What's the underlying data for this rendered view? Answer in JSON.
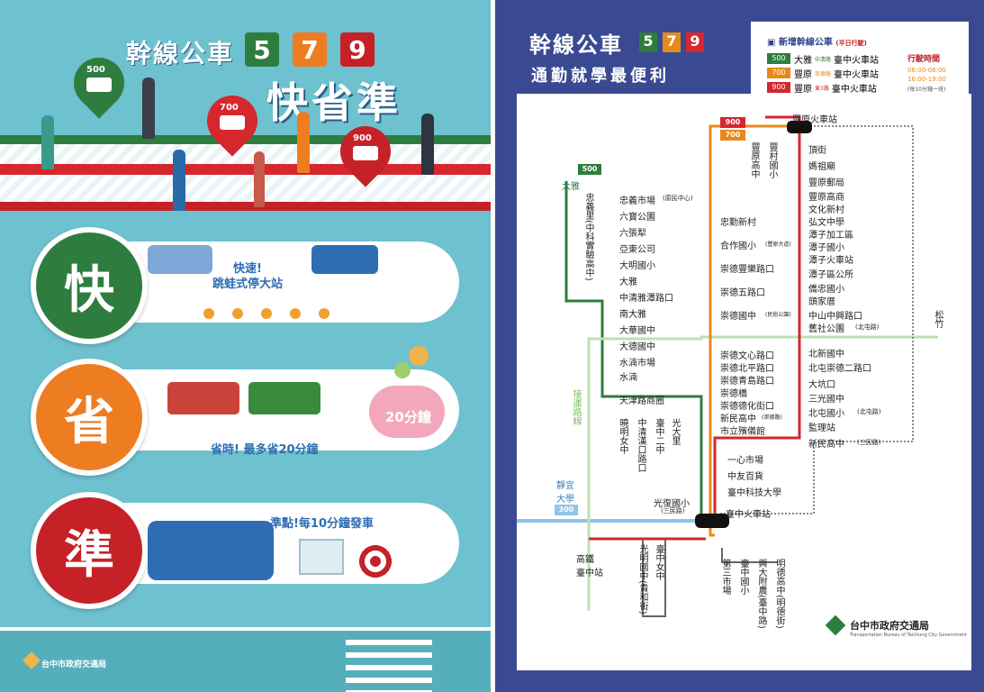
{
  "poster_left": {
    "title": "幹線公車",
    "route_numbers": [
      "5",
      "7",
      "9"
    ],
    "subtitle": "快省準",
    "pin_labels": [
      "500",
      "700",
      "900"
    ],
    "features": [
      {
        "char": "快",
        "caption": "快速!\n跳蛙式停大站",
        "color": "#2e7d3e"
      },
      {
        "char": "省",
        "caption": "省時! 最多省20分鐘",
        "color": "#ee7d22",
        "piggy": "20分鐘"
      },
      {
        "char": "準",
        "caption": "準點!每10分鐘發車",
        "color": "#c52127"
      }
    ],
    "logo_text": "台中市政府交通局"
  },
  "poster_right": {
    "title": "幹線公車",
    "route_numbers": [
      "5",
      "7",
      "9"
    ],
    "slogan": "通勤就學最便利",
    "legend": {
      "heading": "新增幹線公車",
      "heading_note": "(平日行駛)",
      "rows": [
        {
          "route": "500",
          "color": "#2e7d3e",
          "from": "大雅",
          "via": "中清路",
          "to": "臺中火車站"
        },
        {
          "route": "700",
          "color": "#e8891c",
          "from": "豐原",
          "via": "崇德路",
          "to": "臺中火車站"
        },
        {
          "route": "900",
          "color": "#d6262e",
          "from": "豐原",
          "via": "東3路",
          "to": "臺中火車站"
        }
      ],
      "time_label": "行駛時間",
      "times": [
        "06:00-08:00",
        "16:00-19:00"
      ],
      "time_note": "(每10分鐘一班)"
    },
    "stations": {
      "fengyuan_station": "豐原火車站",
      "dajia": "大雅",
      "songzhu": "松竹",
      "jingyi": "靜宜\n大學",
      "taichung_station": "臺中火車站",
      "hsr": "高鐵\n臺中站",
      "line_label": "接運路線"
    },
    "route_tags": {
      "r900": "900",
      "r700": "700",
      "r500": "500",
      "r300": "300"
    },
    "stops_500": [
      "忠義市場",
      "六寶公園",
      "六張犁",
      "亞東公司",
      "大明國小",
      "大雅",
      "中清雅潭路口",
      "南大雅",
      "大華國中",
      "大德國中",
      "水湳市場",
      "水湳",
      "天津路商圈"
    ],
    "stop_500_note": "(原民中心)",
    "stops_700": [
      "忠勤新村",
      "合作國小",
      "崇德豐樂路口",
      "崇德五路口",
      "崇德國中",
      "崇德文心路口",
      "崇德北平路口",
      "崇德青島路口",
      "崇德橋",
      "崇德德化街口",
      "新民高中",
      "市立殯儀館"
    ],
    "stop_700_notes": {
      "合作國小": "(豐原大道)",
      "崇德國中": "(民俗公園)",
      "新民高中": "(崇德路)"
    },
    "stops_900": [
      "頂街",
      "媽祖廟",
      "豐原郵局",
      "豐原高商",
      "文化新村",
      "弘文中學",
      "潭子加工區",
      "潭子國小",
      "潭子火車站",
      "潭子區公所",
      "僑忠國小",
      "頭家厝",
      "中山中興路口",
      "舊社公園",
      "北新國中",
      "北屯崇德二路口",
      "大坑口",
      "三光國中",
      "北屯國小",
      "監理站",
      "新民高中"
    ],
    "stop_900_notes": {
      "舊社公園": "(北屯路)",
      "北屯國小": "(北屯路)",
      "新民高中": "(三民路)"
    },
    "common_stops": [
      "一心市場",
      "中友百貨",
      "臺中科技大學",
      "臺中火車站"
    ],
    "vertical_top": [
      "豐原高中",
      "豐村國小"
    ],
    "vertical_500": [
      "忠義里(中科實驗高中)"
    ],
    "vertical_mid": [
      "曉明女中",
      "中清漢口路口",
      "臺中二中",
      "光大里"
    ],
    "gf_stop": "光復國小",
    "gf_note": "(三民路)",
    "vertical_bottom_left": [
      "光明國中(貴和街)",
      "臺中女中"
    ],
    "vertical_bottom_right": [
      "第三市場",
      "臺中國小",
      "興大附農(臺中路)",
      "明德高中(明德街)"
    ],
    "logo_text": "台中市政府交通局",
    "logo_sub": "Transportation Bureau of Taichung City Government"
  }
}
